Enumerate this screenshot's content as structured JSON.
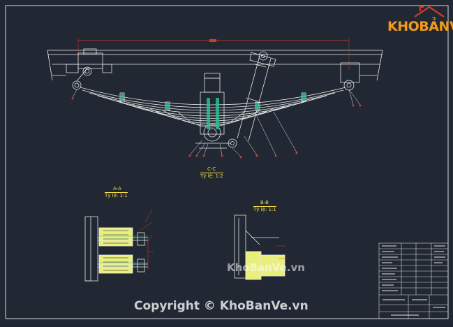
{
  "logo": {
    "part1": "KHO",
    "part2": "BẢN",
    "part3": "VẼ"
  },
  "sections": {
    "cc": {
      "title": "C-C",
      "scale": "Tỷ lệ: 1:2"
    },
    "aa": {
      "title": "A-A",
      "scale": "Tỷ lệ: 1:1"
    },
    "bb": {
      "title": "B-B",
      "scale": "Tỷ lệ: 1:1"
    }
  },
  "watermark_mid": "KhoBanVe.vn",
  "copyright": "Copyright © KhoBanVe.vn",
  "colors": {
    "background": "#212833",
    "linework": "#e8e8e8",
    "dimension": "#d43a2a",
    "part": "#e9ef7a",
    "centerline": "#2fbf8f"
  }
}
